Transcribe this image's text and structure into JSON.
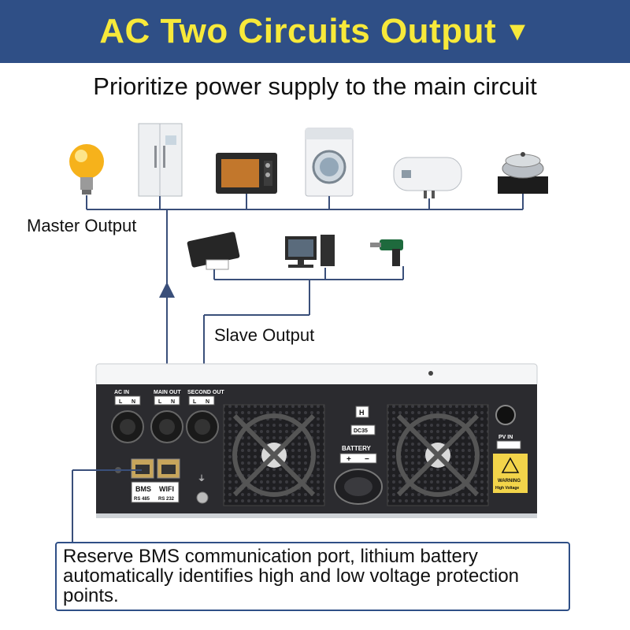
{
  "header": {
    "title": "AC Two Circuits Output",
    "arrow_icon": "triangle-down-icon"
  },
  "subtitle": "Prioritize power supply to the main circuit",
  "labels": {
    "master_output": "Master Output",
    "slave_output": "Slave Output"
  },
  "master_appliances": [
    "light-bulb-icon",
    "refrigerator-icon",
    "oven-icon",
    "washing-machine-icon",
    "water-heater-icon",
    "cooker-icon"
  ],
  "slave_appliances": [
    "printer-icon",
    "desktop-computer-icon",
    "drill-icon"
  ],
  "inverter": {
    "ports": {
      "ac_in": "AC IN",
      "main_out": "MAIN OUT",
      "second_out": "SECOND OUT",
      "L": "L",
      "N": "N"
    },
    "comm": {
      "bms": "BMS",
      "wifi": "WIFI",
      "rs485": "RS 485",
      "rs232": "RS 232"
    },
    "battery": "BATTERY",
    "pv_in": "PV IN",
    "warning": "WARNING",
    "high_voltage": "High Voltage",
    "h_label": "H",
    "dc_label": "DC35"
  },
  "note": "Reserve BMS communication port, lithium battery automatically identifies high and low voltage protection points.",
  "colors": {
    "banner": "#2f4f86",
    "banner_text": "#f7e93a",
    "line": "#3a4f7a",
    "panel": "#2b2b2f"
  }
}
